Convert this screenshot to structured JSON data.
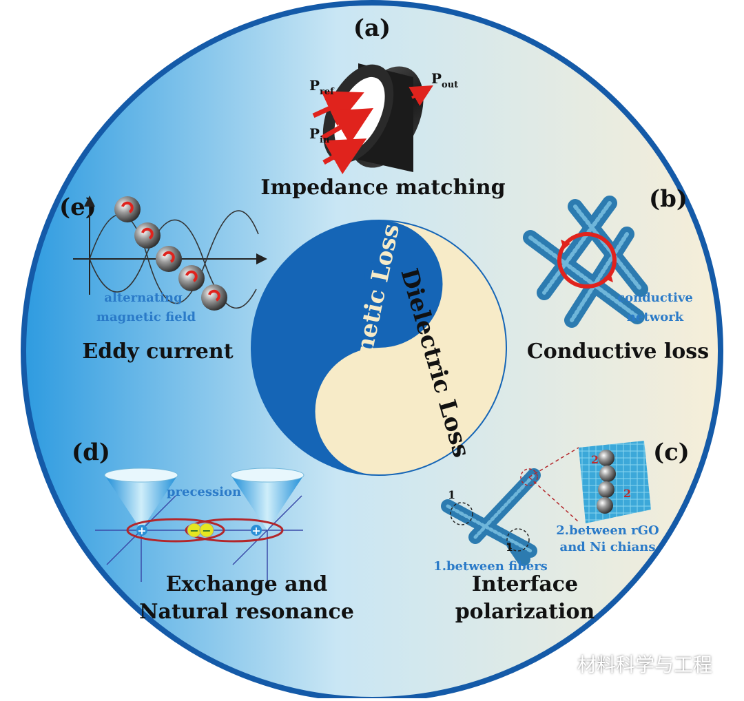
{
  "panels": {
    "a": {
      "label": "(a)",
      "title": "Impedance matching",
      "p_ref_main": "P",
      "p_ref_sub": "ref",
      "p_out_main": "P",
      "p_out_sub": "out",
      "p_in_main": "P",
      "p_in_sub": "in"
    },
    "b": {
      "label": "(b)",
      "title": "Conductive loss",
      "network_line1": "conductive",
      "network_line2": "network"
    },
    "c": {
      "label": "(c)",
      "title_line1": "Interface",
      "title_line2": "polarization",
      "marker_1": "1",
      "marker_2": "2",
      "note_fibers": "1.between fibers",
      "note_rgo_line1": "2.between rGO",
      "note_rgo_line2": "and Ni chians"
    },
    "d": {
      "label": "(d)",
      "title_line1": "Exchange and",
      "title_line2": "Natural resonance",
      "precession": "precession",
      "plus": "+",
      "minus": "−"
    },
    "e": {
      "label": "(e)",
      "title": "Eddy current",
      "field_line1": "alternating",
      "field_line2": "magnetic  field"
    }
  },
  "yinyang": {
    "magnetic": "Magnetic Loss",
    "dielectric": "Dielectric Loss"
  },
  "watermark": "材料科学与工程",
  "colors": {
    "yin_blue": "#1565b6",
    "yang_cream": "#f7ebc8",
    "background_blue": "#2e9be0",
    "background_cream": "#f6eed8",
    "ring": "#145aa8",
    "arrow_red": "#e0231d",
    "label_blue": "#2a7ac8"
  }
}
